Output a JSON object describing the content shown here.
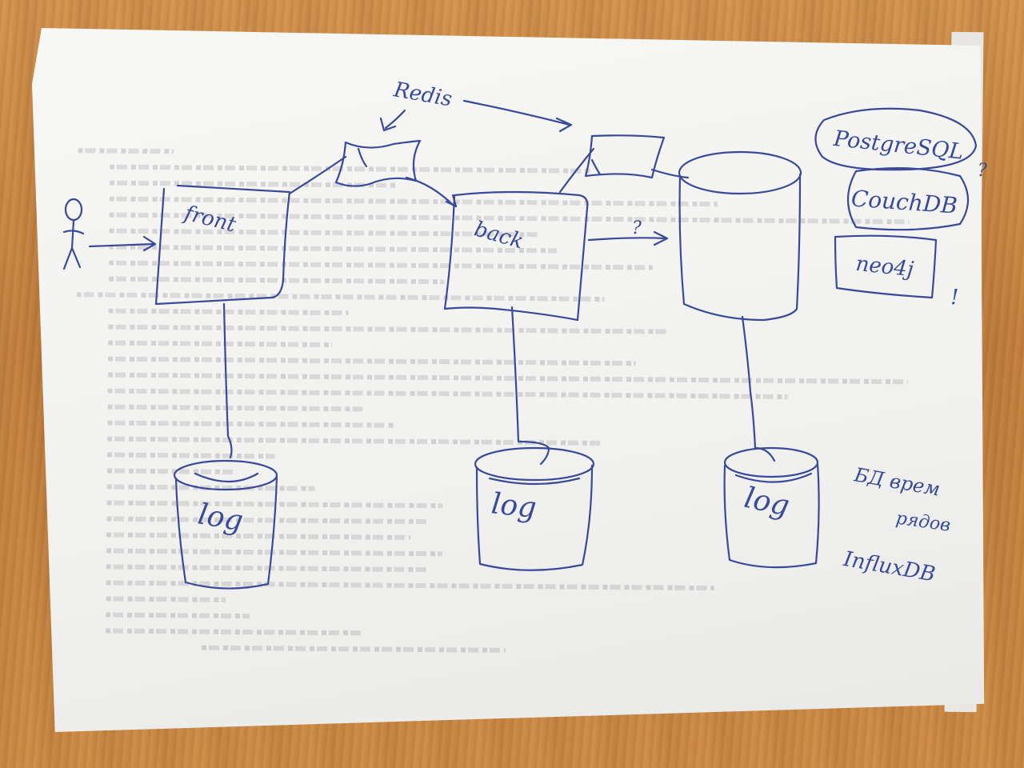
{
  "notes": {
    "redis": "Redis",
    "front": "front",
    "back": "back",
    "question": "?",
    "postgres": "PostgreSQL",
    "couchdb": "CouchDB",
    "neo4j": "neo4j",
    "log1": "log",
    "log2": "log",
    "log3": "log",
    "tsdb_line1": "БД врем",
    "tsdb_line2": "рядов",
    "tsdb_line3": "InfluxDB"
  },
  "colors": {
    "ink": "#3a4a9a",
    "paper": "#f4f4f2",
    "table": "#c98a4a"
  }
}
